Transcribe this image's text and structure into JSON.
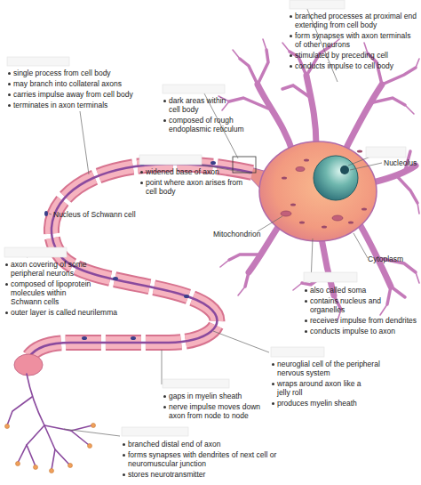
{
  "diagram": {
    "labels": [
      "branched processes at proximal end extending from cell body",
      "form synapses with axon terminals of other neurons",
      "stimulated by preceding cell",
      "conducts impulse to cell body",
      "single process from cell body",
      "may branch into collateral axons",
      "carries impulse away from cell body",
      "terminates in axon terminals",
      "dark areas within cell body",
      "composed of rough endoplasmic reticulum",
      "Nucleolus",
      "widened base of axon",
      "point where axon arises from cell body",
      "Nucleus of Schwann cell",
      "Mitochondrion",
      "Cytoplasm",
      "axon covering of some peripheral neurons",
      "composed of lipoprotein molecules within Schwann cells",
      "outer layer is called neurilemma",
      "also called soma",
      "contains nucleus and organelles",
      "receives impulse from dendrites",
      "conducts impulse to axon",
      "neuroglial cell of the peripheral nervous system",
      "wraps around axon like a jelly roll",
      "produces myelin sheath",
      "gaps in myelin sheath",
      "nerve impulse moves down axon from node to node",
      "branched distal end of axon",
      "forms synapses with dendrites of next cell or neuromuscular junction",
      "stores neurotransmitter"
    ]
  }
}
